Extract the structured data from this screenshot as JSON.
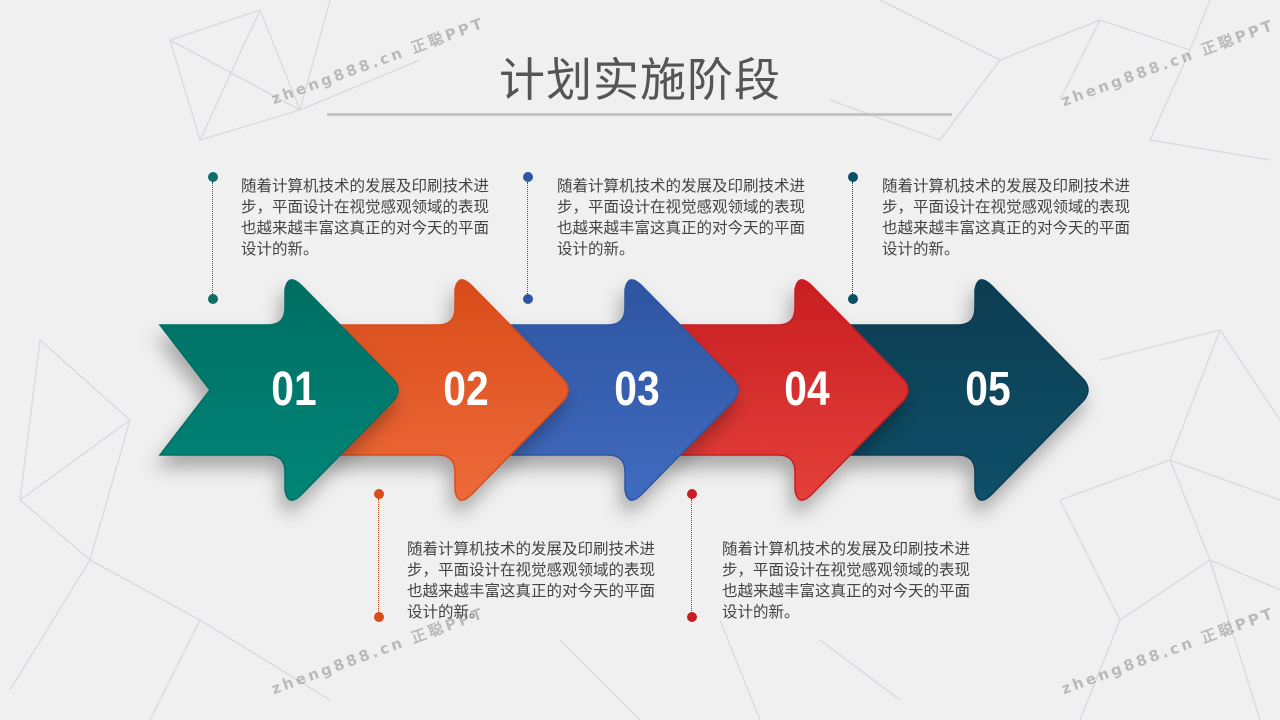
{
  "title": "计划实施阶段",
  "watermark": "zheng888.cn 正聪PPT",
  "steps": [
    {
      "number": "01",
      "color": "#008577",
      "dark": "#006e63",
      "text": "随着计算机技术的发展及印刷技术进步，平面设计在视觉感观领域的表现也越来越丰富这真正的对今天的平面设计的新。"
    },
    {
      "number": "02",
      "color": "#ee6a3a",
      "dark": "#d84c1a",
      "text": "随着计算机技术的发展及印刷技术进步，平面设计在视觉感观领域的表现也越来越丰富这真正的对今天的平面设计的新。"
    },
    {
      "number": "03",
      "color": "#416bc0",
      "dark": "#2d55a0",
      "text": "随着计算机技术的发展及印刷技术进步，平面设计在视觉感观领域的表现也越来越丰富这真正的对今天的平面设计的新。"
    },
    {
      "number": "04",
      "color": "#e4403a",
      "dark": "#c81e22",
      "text": "随着计算机技术的发展及印刷技术进步，平面设计在视觉感观领域的表现也越来越丰富这真正的对今天的平面设计的新。"
    },
    {
      "number": "05",
      "color": "#0c4f68",
      "dark": "#073d52",
      "text": "随着计算机技术的发展及印刷技术进步，平面设计在视觉感观领域的表现也越来越丰富这真正的对今天的平面设计的新。"
    }
  ]
}
